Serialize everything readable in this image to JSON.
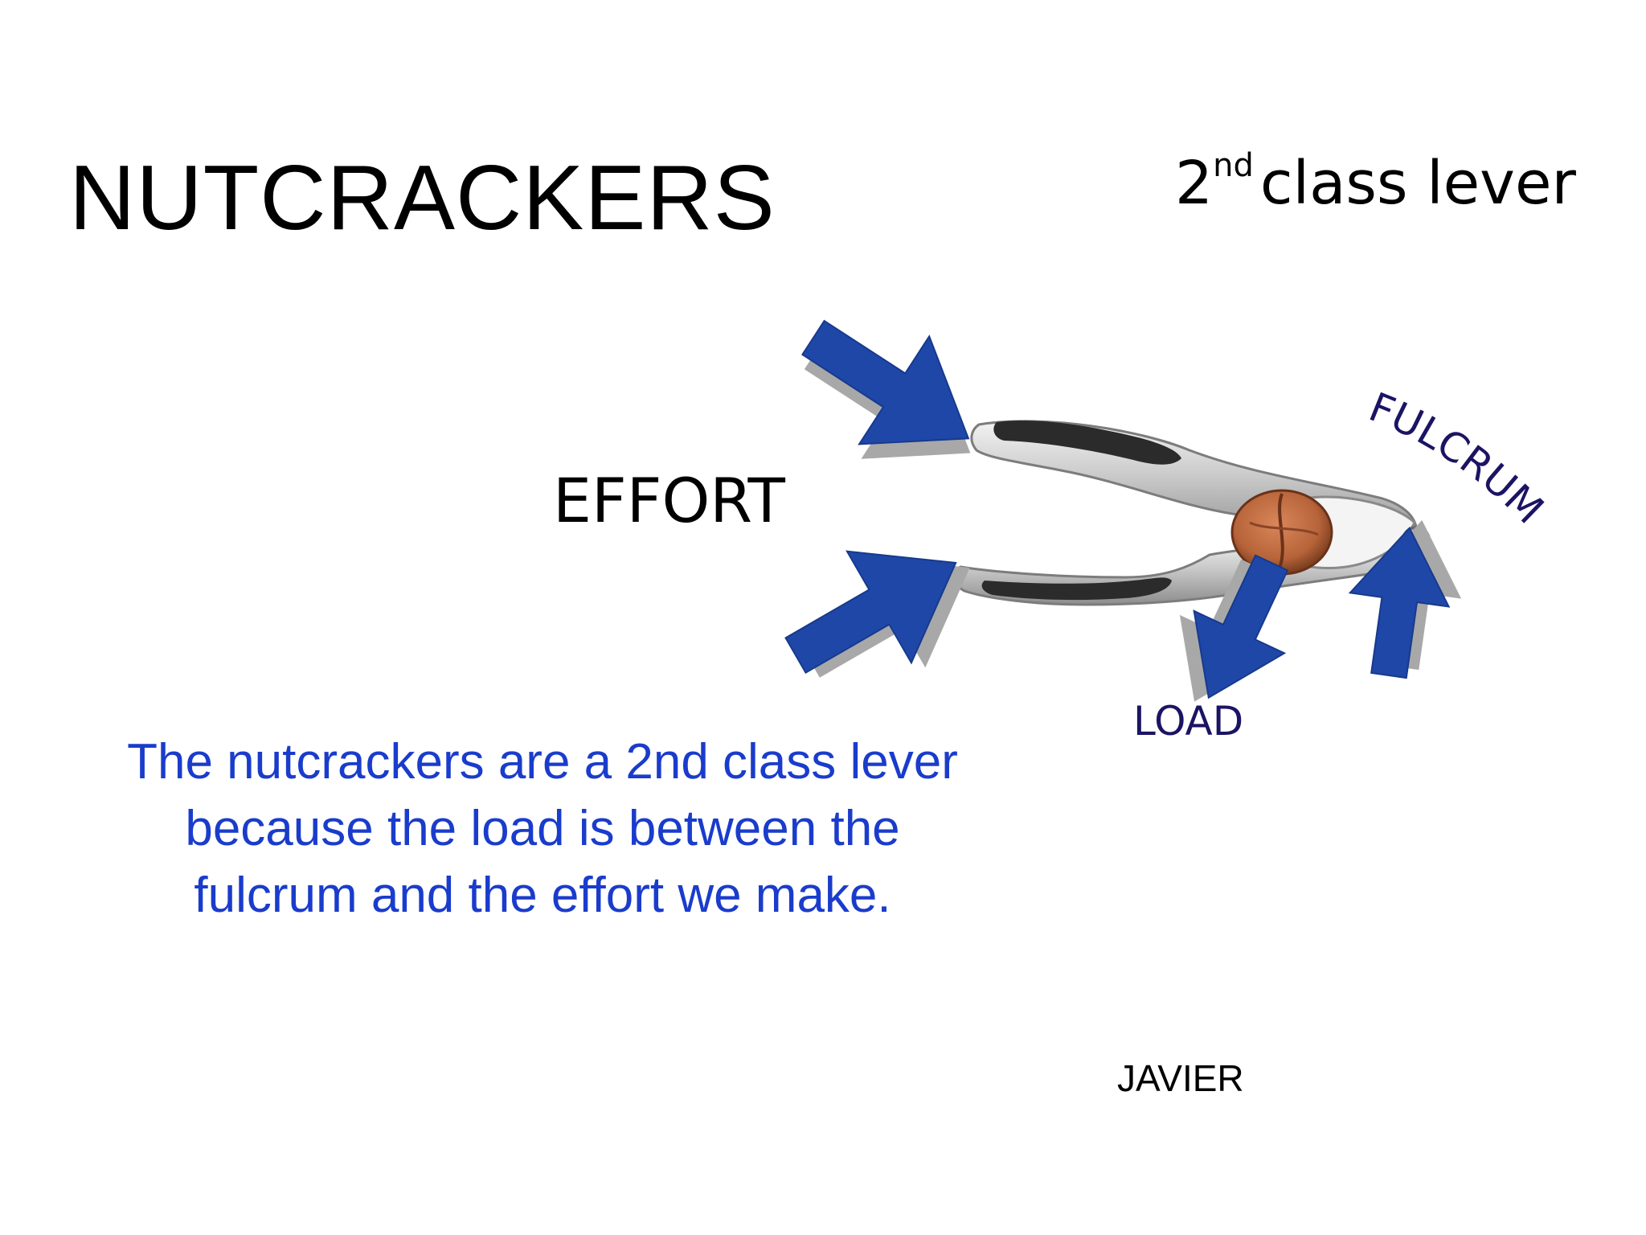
{
  "slide": {
    "title": "NUTCRACKERS",
    "subtitle_number": "2",
    "subtitle_suffix": "nd",
    "subtitle_rest": "class lever",
    "effort_label": "EFFORT",
    "load_label": "LOAD",
    "fulcrum_label": "FULCRUM",
    "explanation": "The nutcrackers are a 2nd class lever because the load is between the fulcrum and the effort we make.",
    "author": "JAVIER"
  },
  "colors": {
    "arrow": "#1f47a8",
    "arrow_shadow": "#a8a8a8",
    "explanation_text": "#1a3ccc",
    "label_dark_blue": "#1b1464",
    "nut": "#b8643a"
  }
}
